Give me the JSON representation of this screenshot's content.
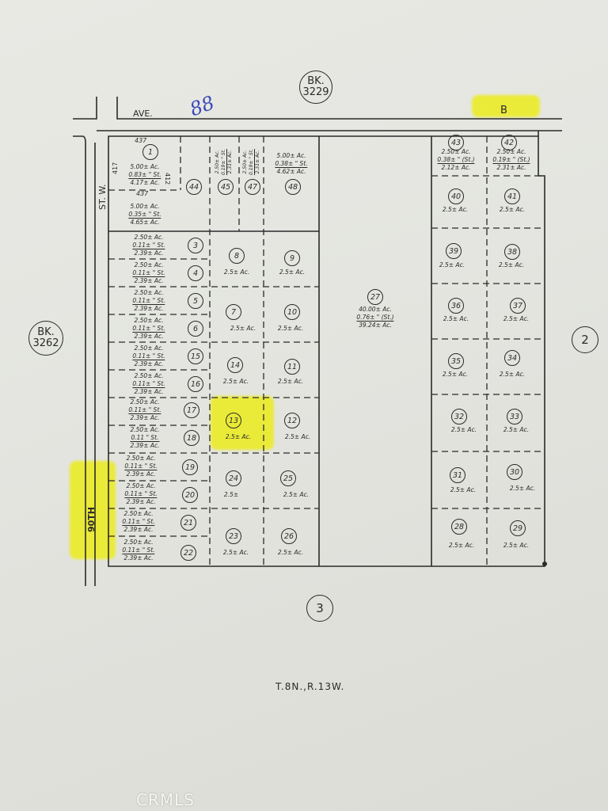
{
  "map": {
    "streets": {
      "ave": "AVE.",
      "ave_name": "B",
      "st_w": "ST. W.",
      "st_name": "90TH"
    },
    "books": [
      {
        "id": "bk-3229",
        "label": "BK.",
        "number": "3229"
      },
      {
        "id": "bk-3262",
        "label": "BK.",
        "number": "3262"
      }
    ],
    "adjacent_sheets": [
      "2",
      "3"
    ],
    "township": "T.8N.,R.13W.",
    "handwritten_note": "88",
    "watermark": "CRMLS",
    "dimensions": {
      "top_437": "437",
      "mid_437": "437",
      "side_417": "417",
      "side_412": "412"
    },
    "highlight_color": "#ecec1c",
    "highlighted": [
      "B",
      "13",
      "90TH"
    ],
    "parcels": [
      {
        "num": "1",
        "lines": [
          "5.00± Ac.",
          "0.83± \" St.",
          "4.17± Ac."
        ]
      },
      {
        "num": "1-remainder",
        "lines": [
          "5.00± Ac.",
          "0.35± \" St.",
          "4.65± Ac."
        ]
      },
      {
        "num": "44",
        "lines": []
      },
      {
        "num": "45",
        "lines": [
          "2.50± Ac.",
          "0.19± \" St.",
          "2.31± Ac."
        ]
      },
      {
        "num": "47",
        "lines": [
          "2.50± Ac.",
          "0.19± \" St.",
          "2.31± Ac."
        ]
      },
      {
        "num": "48",
        "lines": [
          "5.00± Ac.",
          "0.38± \" St.",
          "4.62± Ac."
        ]
      },
      {
        "num": "3",
        "lines": [
          "2.50± Ac.",
          "0.11± \" St.",
          "2.39± Ac."
        ]
      },
      {
        "num": "4",
        "lines": [
          "2.50± Ac.",
          "0.11± \" St.",
          "2.39± Ac."
        ]
      },
      {
        "num": "5",
        "lines": [
          "2.50± Ac.",
          "0.11± \" St.",
          "2.39± Ac."
        ]
      },
      {
        "num": "6",
        "lines": [
          "2.50± Ac.",
          "0.11± \" St.",
          "2.39± Ac."
        ]
      },
      {
        "num": "15",
        "lines": [
          "2.50± Ac.",
          "0.11± \" St.",
          "2.39± Ac."
        ]
      },
      {
        "num": "16",
        "lines": [
          "2.50± Ac.",
          "0.11± \" St.",
          "2.39± Ac."
        ]
      },
      {
        "num": "17",
        "lines": [
          "2.50± Ac.",
          "0.11± \" St.",
          "2.39± Ac."
        ]
      },
      {
        "num": "18",
        "lines": [
          "2.50± Ac.",
          "0.11 \" St.",
          "2.39± Ac."
        ]
      },
      {
        "num": "19",
        "lines": [
          "2.50± Ac.",
          "0.11± \" St.",
          "2.39± Ac."
        ]
      },
      {
        "num": "20",
        "lines": [
          "2.50± Ac.",
          "0.11± \" St.",
          "2.39± Ac."
        ]
      },
      {
        "num": "21",
        "lines": [
          "2.50± Ac.",
          "0.11± \" St.",
          "2.39± Ac."
        ]
      },
      {
        "num": "22",
        "lines": [
          "2.50± Ac.",
          "0.11± \" St.",
          "2.39± Ac."
        ]
      },
      {
        "num": "8",
        "lines": [
          "2.5± Ac."
        ]
      },
      {
        "num": "9",
        "lines": [
          "2.5± Ac."
        ]
      },
      {
        "num": "7",
        "lines": [
          "2.5± Ac."
        ]
      },
      {
        "num": "10",
        "lines": [
          "2.5± Ac."
        ]
      },
      {
        "num": "14",
        "lines": [
          "2.5± Ac."
        ]
      },
      {
        "num": "11",
        "lines": [
          "2.5± Ac."
        ]
      },
      {
        "num": "13",
        "lines": [
          "2.5± Ac."
        ]
      },
      {
        "num": "12",
        "lines": [
          "2.5± Ac."
        ]
      },
      {
        "num": "24",
        "lines": [
          "2.5±"
        ]
      },
      {
        "num": "25",
        "lines": [
          "2.5± Ac."
        ]
      },
      {
        "num": "23",
        "lines": [
          "2.5± Ac."
        ]
      },
      {
        "num": "26",
        "lines": [
          "2.5± Ac."
        ]
      },
      {
        "num": "27",
        "lines": [
          "40.00± Ac.",
          "0.76± \" (St.)",
          "39.24± Ac."
        ]
      },
      {
        "num": "43",
        "lines": [
          "2.50± Ac.",
          "0.38± \" (St.)",
          "2.12± Ac."
        ]
      },
      {
        "num": "42",
        "lines": [
          "2.50± Ac.",
          "0.19± \" (St.)",
          "2.31± Ac."
        ]
      },
      {
        "num": "40",
        "lines": [
          "2.5± Ac."
        ]
      },
      {
        "num": "41",
        "lines": [
          "2.5± Ac."
        ]
      },
      {
        "num": "39",
        "lines": [
          "2.5± Ac."
        ]
      },
      {
        "num": "38",
        "lines": [
          "2.5± Ac."
        ]
      },
      {
        "num": "36",
        "lines": [
          "2.5± Ac."
        ]
      },
      {
        "num": "37",
        "lines": [
          "2.5± Ac."
        ]
      },
      {
        "num": "35",
        "lines": [
          "2.5± Ac."
        ]
      },
      {
        "num": "34",
        "lines": [
          "2.5± Ac."
        ]
      },
      {
        "num": "32",
        "lines": [
          "2.5± Ac."
        ]
      },
      {
        "num": "33",
        "lines": [
          "2.5± Ac."
        ]
      },
      {
        "num": "31",
        "lines": [
          "2.5± Ac."
        ]
      },
      {
        "num": "30",
        "lines": [
          "2.5± Ac."
        ]
      },
      {
        "num": "28",
        "lines": [
          "2.5± Ac."
        ]
      },
      {
        "num": "29",
        "lines": [
          "2.5± Ac."
        ]
      }
    ]
  }
}
